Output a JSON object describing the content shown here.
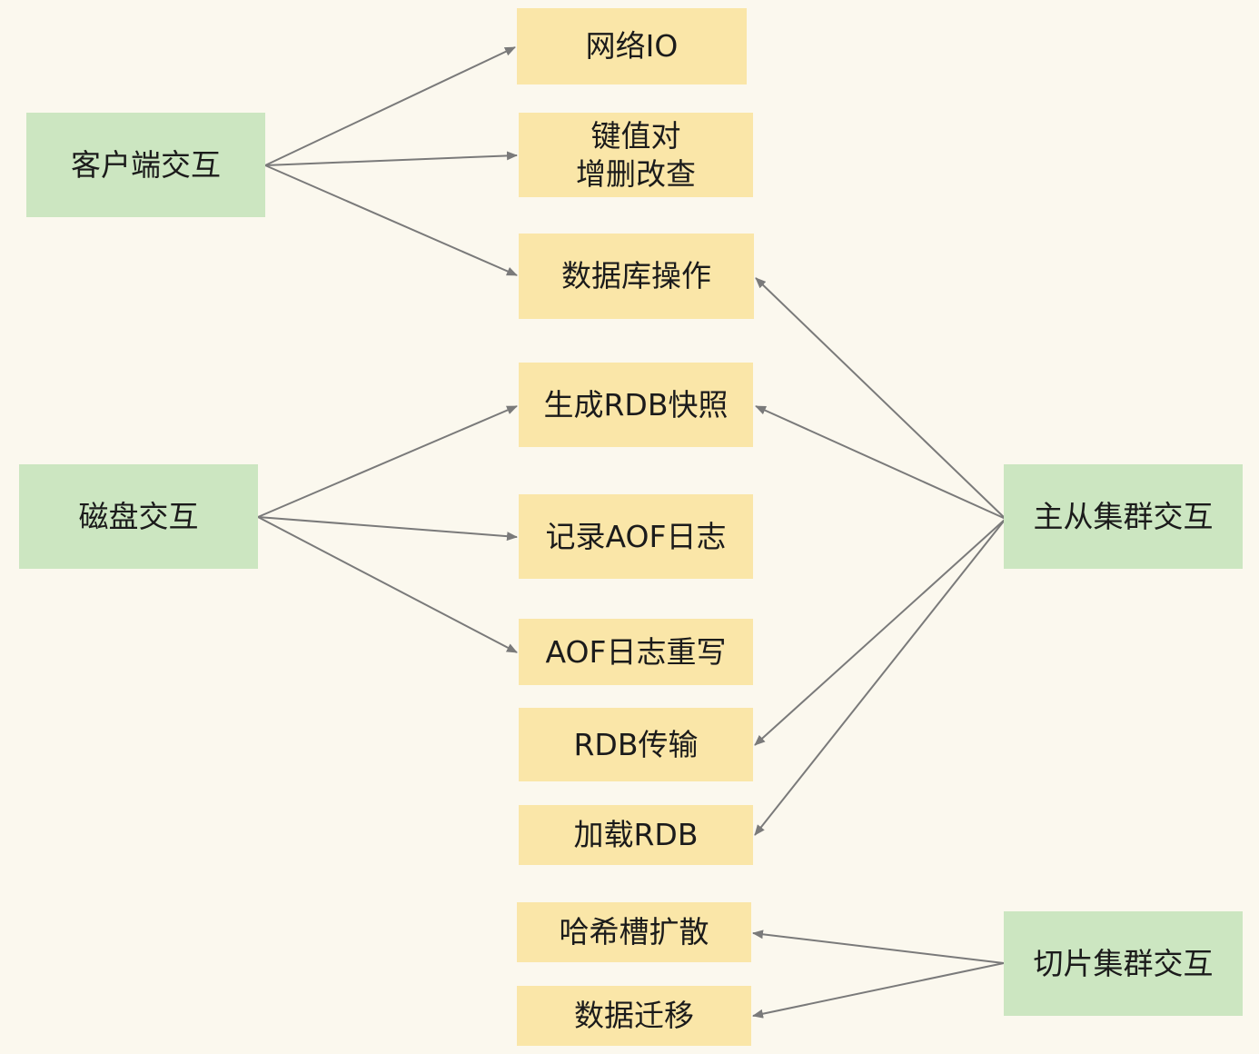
{
  "nodes": {
    "client": "客户端交互",
    "disk": "磁盘交互",
    "master_slave": "主从集群交互",
    "sharding": "切片集群交互",
    "network_io": "网络IO",
    "kv_crud": "键值对\n增删改查",
    "db_ops": "数据库操作",
    "rdb_snapshot": "生成RDB快照",
    "aof_log": "记录AOF日志",
    "aof_rewrite": "AOF日志重写",
    "rdb_transfer": "RDB传输",
    "rdb_load": "加载RDB",
    "hash_slot": "哈希槽扩散",
    "data_migration": "数据迁移"
  },
  "edges": [
    {
      "from": "client",
      "to": "network_io"
    },
    {
      "from": "client",
      "to": "kv_crud"
    },
    {
      "from": "client",
      "to": "db_ops"
    },
    {
      "from": "disk",
      "to": "rdb_snapshot"
    },
    {
      "from": "disk",
      "to": "aof_log"
    },
    {
      "from": "disk",
      "to": "aof_rewrite"
    },
    {
      "from": "master_slave",
      "to": "db_ops"
    },
    {
      "from": "master_slave",
      "to": "rdb_snapshot"
    },
    {
      "from": "master_slave",
      "to": "rdb_transfer"
    },
    {
      "from": "master_slave",
      "to": "rdb_load"
    },
    {
      "from": "sharding",
      "to": "hash_slot"
    },
    {
      "from": "sharding",
      "to": "data_migration"
    }
  ],
  "colors": {
    "background": "#fbf8ee",
    "source_box": "#cce6c1",
    "target_box": "#fae6a8",
    "arrow": "#7a7a7a"
  }
}
